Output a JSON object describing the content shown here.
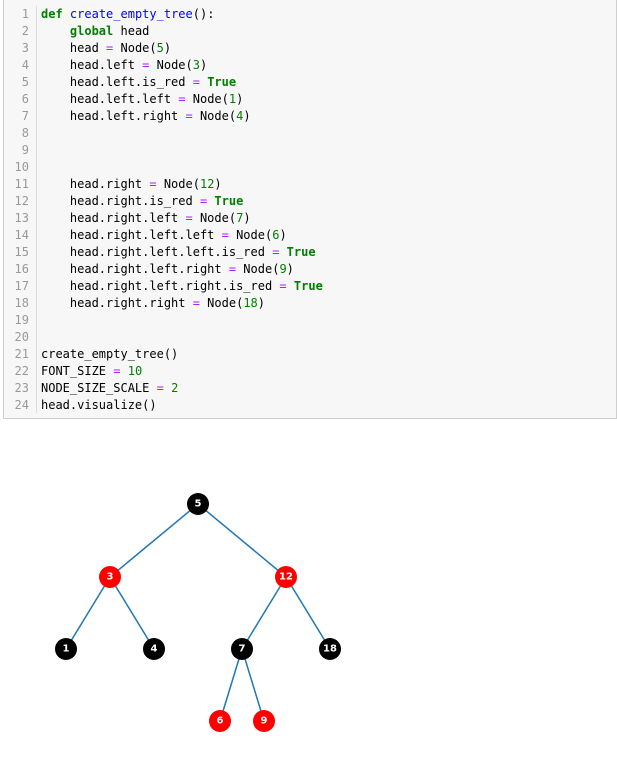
{
  "code_cell": {
    "lines": [
      {
        "n": "1",
        "tokens": [
          {
            "t": "def",
            "c": "kw"
          },
          {
            "t": " ",
            "c": "plain"
          },
          {
            "t": "create_empty_tree",
            "c": "fn"
          },
          {
            "t": "():",
            "c": "plain"
          }
        ]
      },
      {
        "n": "2",
        "tokens": [
          {
            "t": "    ",
            "c": "plain"
          },
          {
            "t": "global",
            "c": "kw"
          },
          {
            "t": " head",
            "c": "plain"
          }
        ]
      },
      {
        "n": "3",
        "tokens": [
          {
            "t": "    head ",
            "c": "plain"
          },
          {
            "t": "=",
            "c": "op"
          },
          {
            "t": " Node(",
            "c": "plain"
          },
          {
            "t": "5",
            "c": "num"
          },
          {
            "t": ")",
            "c": "plain"
          }
        ]
      },
      {
        "n": "4",
        "tokens": [
          {
            "t": "    head.left ",
            "c": "plain"
          },
          {
            "t": "=",
            "c": "op"
          },
          {
            "t": " Node(",
            "c": "plain"
          },
          {
            "t": "3",
            "c": "num"
          },
          {
            "t": ")",
            "c": "plain"
          }
        ]
      },
      {
        "n": "5",
        "tokens": [
          {
            "t": "    head.left.is_red ",
            "c": "plain"
          },
          {
            "t": "=",
            "c": "op"
          },
          {
            "t": " ",
            "c": "plain"
          },
          {
            "t": "True",
            "c": "kw"
          }
        ]
      },
      {
        "n": "6",
        "tokens": [
          {
            "t": "    head.left.left ",
            "c": "plain"
          },
          {
            "t": "=",
            "c": "op"
          },
          {
            "t": " Node(",
            "c": "plain"
          },
          {
            "t": "1",
            "c": "num"
          },
          {
            "t": ")",
            "c": "plain"
          }
        ]
      },
      {
        "n": "7",
        "tokens": [
          {
            "t": "    head.left.right ",
            "c": "plain"
          },
          {
            "t": "=",
            "c": "op"
          },
          {
            "t": " Node(",
            "c": "plain"
          },
          {
            "t": "4",
            "c": "num"
          },
          {
            "t": ")",
            "c": "plain"
          }
        ]
      },
      {
        "n": "8",
        "tokens": []
      },
      {
        "n": "9",
        "tokens": []
      },
      {
        "n": "10",
        "tokens": []
      },
      {
        "n": "11",
        "tokens": [
          {
            "t": "    head.right ",
            "c": "plain"
          },
          {
            "t": "=",
            "c": "op"
          },
          {
            "t": " Node(",
            "c": "plain"
          },
          {
            "t": "12",
            "c": "num"
          },
          {
            "t": ")",
            "c": "plain"
          }
        ]
      },
      {
        "n": "12",
        "tokens": [
          {
            "t": "    head.right.is_red ",
            "c": "plain"
          },
          {
            "t": "=",
            "c": "op"
          },
          {
            "t": " ",
            "c": "plain"
          },
          {
            "t": "True",
            "c": "kw"
          }
        ]
      },
      {
        "n": "13",
        "tokens": [
          {
            "t": "    head.right.left ",
            "c": "plain"
          },
          {
            "t": "=",
            "c": "op"
          },
          {
            "t": " Node(",
            "c": "plain"
          },
          {
            "t": "7",
            "c": "num"
          },
          {
            "t": ")",
            "c": "plain"
          }
        ]
      },
      {
        "n": "14",
        "tokens": [
          {
            "t": "    head.right.left.left ",
            "c": "plain"
          },
          {
            "t": "=",
            "c": "op"
          },
          {
            "t": " Node(",
            "c": "plain"
          },
          {
            "t": "6",
            "c": "num"
          },
          {
            "t": ")",
            "c": "plain"
          }
        ]
      },
      {
        "n": "15",
        "tokens": [
          {
            "t": "    head.right.left.left.is_red ",
            "c": "plain"
          },
          {
            "t": "=",
            "c": "op"
          },
          {
            "t": " ",
            "c": "plain"
          },
          {
            "t": "True",
            "c": "kw"
          }
        ]
      },
      {
        "n": "16",
        "tokens": [
          {
            "t": "    head.right.left.right ",
            "c": "plain"
          },
          {
            "t": "=",
            "c": "op"
          },
          {
            "t": " Node(",
            "c": "plain"
          },
          {
            "t": "9",
            "c": "num"
          },
          {
            "t": ")",
            "c": "plain"
          }
        ]
      },
      {
        "n": "17",
        "tokens": [
          {
            "t": "    head.right.left.right.is_red ",
            "c": "plain"
          },
          {
            "t": "=",
            "c": "op"
          },
          {
            "t": " ",
            "c": "plain"
          },
          {
            "t": "True",
            "c": "kw"
          }
        ]
      },
      {
        "n": "18",
        "tokens": [
          {
            "t": "    head.right.right ",
            "c": "plain"
          },
          {
            "t": "=",
            "c": "op"
          },
          {
            "t": " Node(",
            "c": "plain"
          },
          {
            "t": "18",
            "c": "num"
          },
          {
            "t": ")",
            "c": "plain"
          }
        ]
      },
      {
        "n": "19",
        "tokens": []
      },
      {
        "n": "20",
        "tokens": []
      },
      {
        "n": "21",
        "tokens": [
          {
            "t": "create_empty_tree()",
            "c": "plain"
          }
        ]
      },
      {
        "n": "22",
        "tokens": [
          {
            "t": "FONT_SIZE ",
            "c": "plain"
          },
          {
            "t": "=",
            "c": "op"
          },
          {
            "t": " ",
            "c": "plain"
          },
          {
            "t": "10",
            "c": "num"
          }
        ]
      },
      {
        "n": "23",
        "tokens": [
          {
            "t": "NODE_SIZE_SCALE ",
            "c": "plain"
          },
          {
            "t": "=",
            "c": "op"
          },
          {
            "t": " ",
            "c": "plain"
          },
          {
            "t": "2",
            "c": "num"
          }
        ]
      },
      {
        "n": "24",
        "tokens": [
          {
            "t": "head.visualize()",
            "c": "plain"
          }
        ]
      }
    ]
  },
  "tree": {
    "colors": {
      "red": "#ff0000",
      "black": "#000000",
      "edge": "#1f77b4",
      "label": "#ffffff"
    },
    "nodes": [
      {
        "id": "5",
        "label": "5",
        "color": "black"
      },
      {
        "id": "3",
        "label": "3",
        "color": "red"
      },
      {
        "id": "12",
        "label": "12",
        "color": "red"
      },
      {
        "id": "1",
        "label": "1",
        "color": "black"
      },
      {
        "id": "4",
        "label": "4",
        "color": "black"
      },
      {
        "id": "7",
        "label": "7",
        "color": "black"
      },
      {
        "id": "18",
        "label": "18",
        "color": "black"
      },
      {
        "id": "6",
        "label": "6",
        "color": "red"
      },
      {
        "id": "9",
        "label": "9",
        "color": "red"
      }
    ],
    "edges": [
      [
        "5",
        "3"
      ],
      [
        "5",
        "12"
      ],
      [
        "3",
        "1"
      ],
      [
        "3",
        "4"
      ],
      [
        "12",
        "7"
      ],
      [
        "12",
        "18"
      ],
      [
        "7",
        "6"
      ],
      [
        "7",
        "9"
      ]
    ]
  }
}
